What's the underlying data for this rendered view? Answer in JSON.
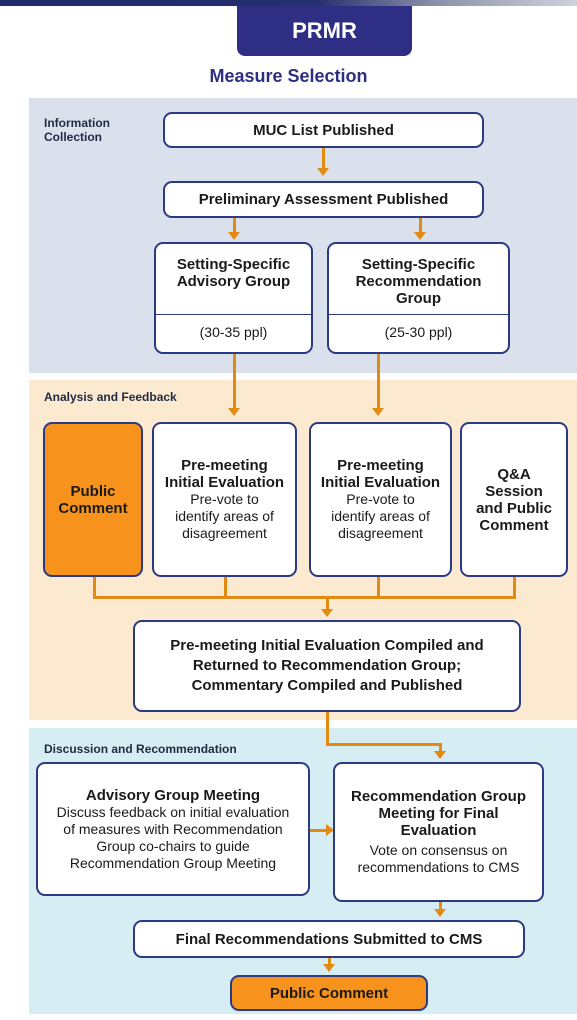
{
  "header": {
    "tab_title": "PRMR",
    "subtitle": "Measure Selection"
  },
  "sections": {
    "info": "Information Collection",
    "analysis": "Analysis and Feedback",
    "discussion": "Discussion and Recommendation"
  },
  "boxes": {
    "muc": "MUC List Published",
    "prelim": "Preliminary Assessment Published",
    "advisory_title": "Setting-Specific Advisory Group",
    "advisory_size": "(30-35 ppl)",
    "rec_title": "Setting-Specific Recommendation Group",
    "rec_size": "(25-30 ppl)",
    "public_comment_1": "Public Comment",
    "pre1_title": "Pre-meeting Initial Evaluation",
    "pre1_desc": "Pre-vote to identify areas of disagreement",
    "pre2_title": "Pre-meeting Initial Evaluation",
    "pre2_desc": "Pre-vote to identify areas of disagreement",
    "qa": "Q&A Session and Public Comment",
    "compiled": "Pre-meeting Initial Evaluation Compiled and Returned to Recommendation Group; Commentary Compiled and Published",
    "adv_meeting_title": "Advisory Group Meeting",
    "adv_meeting_desc": "Discuss feedback on initial evaluation of measures with Recommendation Group co-chairs to guide Recommendation Group Meeting",
    "rec_meeting_title": "Recommendation Group Meeting for Final Evaluation",
    "rec_meeting_desc": "Vote on consensus on recommendations to CMS",
    "final": "Final Recommendations Submitted to CMS",
    "public_comment_2": "Public Comment"
  },
  "colors": {
    "navy": "#2e2e84",
    "orange": "#f7931d",
    "connector": "#e28a12",
    "info_bg": "#dbe1ec",
    "analysis_bg": "#fbe9d0",
    "discussion_bg": "#d6eef3"
  }
}
